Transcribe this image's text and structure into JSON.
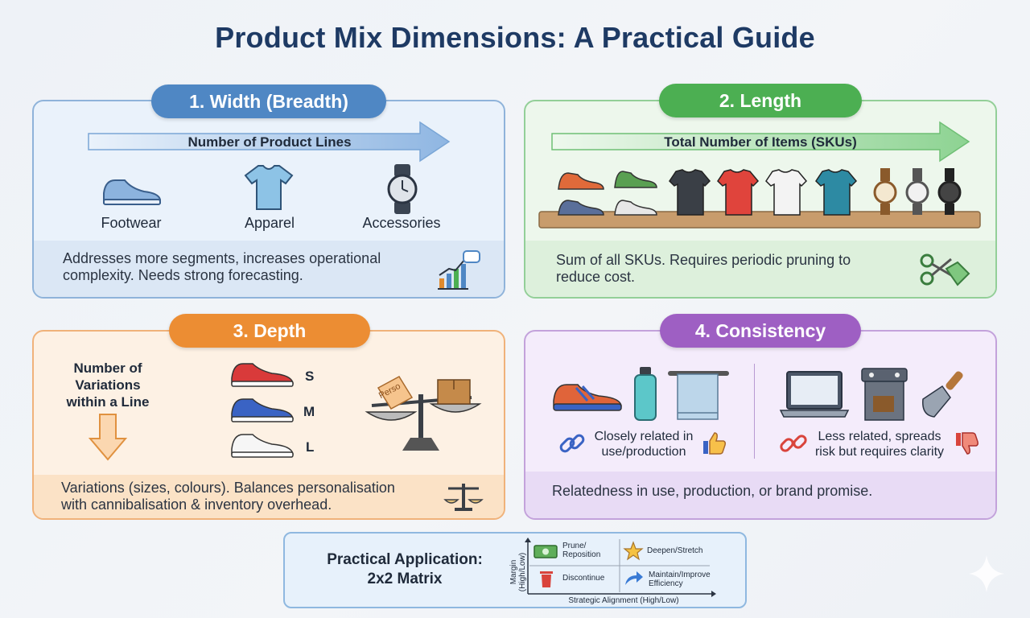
{
  "title": "Product Mix Dimensions: A Practical Guide",
  "width": {
    "heading": "1. Width (Breadth)",
    "arrow_label": "Number of Product Lines",
    "items": [
      "Footwear",
      "Apparel",
      "Accessories"
    ],
    "description_line1": "Addresses more segments, increases operational",
    "description_line2": "complexity. Needs strong forecasting.",
    "icon": "growth-chart-icon",
    "accent": "#4f87c4"
  },
  "length": {
    "heading": "2. Length",
    "arrow_label": "Total Number of Items (SKUs)",
    "description_line1": "Sum of all SKUs. Requires periodic pruning to",
    "description_line2": "reduce cost.",
    "icon": "scissors-price-tag-icon",
    "accent": "#4caf52"
  },
  "depth": {
    "heading": "3. Depth",
    "side_label_line1": "Number of",
    "side_label_line2": "Variations",
    "side_label_line3": "within a Line",
    "sizes": [
      "S",
      "M",
      "L"
    ],
    "tag_text": "Perso",
    "description_line1": "Variations (sizes, colours). Balances personalisation",
    "description_line2": "with cannibalisation & inventory overhead.",
    "icon": "balance-scale-icon",
    "accent": "#ec8d33"
  },
  "consistency": {
    "heading": "4. Consistency",
    "related_line1": "Closely related in",
    "related_line2": "use/production",
    "unrelated_line1": "Less related, spreads",
    "unrelated_line2": "risk but requires clarity",
    "description": "Relatedness in use, production, or brand promise.",
    "accent": "#9e5fc3"
  },
  "practical": {
    "title_line1": "Practical Application:",
    "title_line2": "2x2 Matrix",
    "y_axis": "Margin (High/Low)",
    "x_axis": "Strategic Alignment (High/Low)",
    "q_top_left_line1": "Prune/",
    "q_top_left_line2": "Reposition",
    "q_top_right": "Deepen/Stretch",
    "q_bottom_left": "Discontinue",
    "q_bottom_right_line1": "Maintain/Improve",
    "q_bottom_right_line2": "Efficiency"
  }
}
